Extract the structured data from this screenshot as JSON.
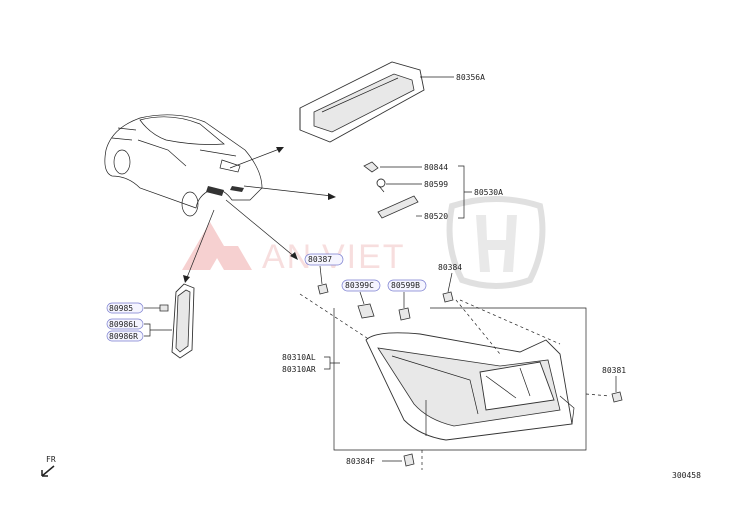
{
  "parts": {
    "p80356A": "80356A",
    "p80844": "80844",
    "p80599": "80599",
    "p80520": "80520",
    "p80530A": "80530A",
    "p80384": "80384",
    "p80387": "80387",
    "p80399C": "80399C",
    "p80599B": "80599B",
    "p80985": "80985",
    "p80986L": "80986L",
    "p80986R": "80986R",
    "p80310AL": "80310AL",
    "p80310AR": "80310AR",
    "p80381": "80381",
    "p80384F": "80384F"
  },
  "direction_label": "FR",
  "diagram_code": "300458",
  "watermark": {
    "brand_text": "AN VIET",
    "logo_left": "mitsubishi-logo",
    "logo_right": "honda-logo",
    "color": "#e05a5a"
  },
  "icons": [
    "arrow-fr-icon"
  ]
}
